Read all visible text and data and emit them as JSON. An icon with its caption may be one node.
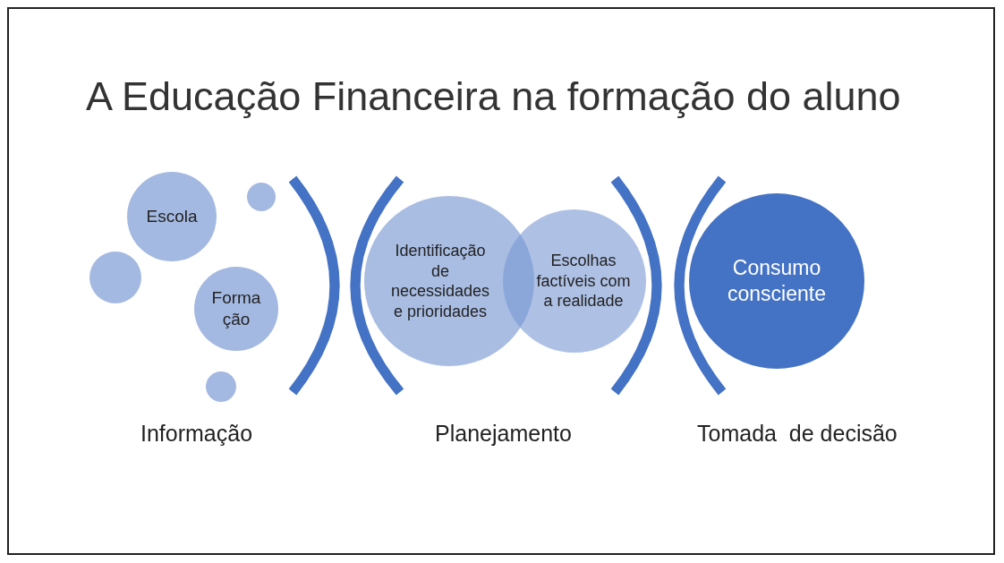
{
  "diagram": {
    "title": "A Educação Financeira na formação do aluno",
    "nodes": [
      {
        "text": [
          "Escola"
        ]
      },
      {
        "text": [],
        "shape": "circle"
      },
      {
        "text": [],
        "shape": "circle"
      },
      {
        "text": [
          "Forma ção"
        ]
      },
      {
        "text": [],
        "shape": "circle"
      },
      {
        "text": [
          "Identificação de necessidades e prioridades"
        ]
      },
      {
        "text": [
          "Escolhas factíveis com a realidade"
        ]
      },
      {
        "text": [
          "Consumo consciente"
        ]
      }
    ],
    "edges": [],
    "labels": [
      "Informação",
      "Planejamento",
      "Tomada  de decisão"
    ]
  }
}
